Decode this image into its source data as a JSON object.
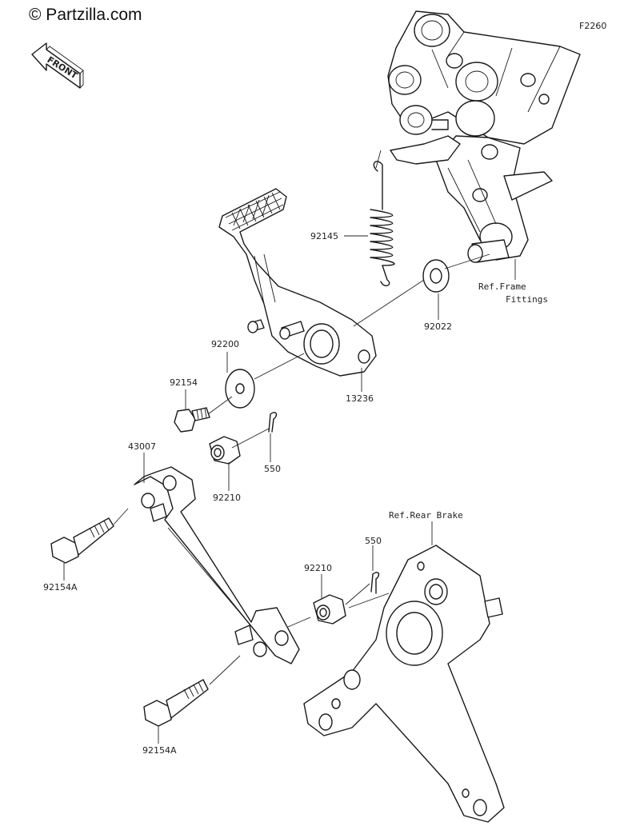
{
  "watermark": "© Partzilla.com",
  "figure_code": "F2260",
  "front_label": "FRONT",
  "refs": {
    "frame_line1": "Ref.Frame",
    "frame_line2": "Fittings",
    "rear_brake": "Ref.Rear Brake"
  },
  "parts": {
    "spring": "92145",
    "washer_frame": "92022",
    "washer_pedal": "92200",
    "bolt_pivot": "92154",
    "pivot_bushing": "13236",
    "cotter_pin_upper": "550",
    "nut_upper": "92210",
    "rod": "43007",
    "bolt_rod_upper": "92154A",
    "nut_lower": "92210",
    "cotter_pin_lower": "550",
    "bolt_rod_lower": "92154A"
  }
}
